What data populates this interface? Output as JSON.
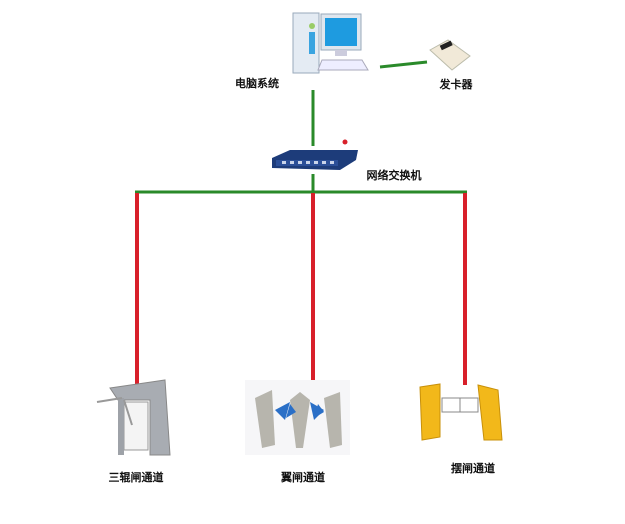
{
  "nodes": {
    "computer": {
      "label": "电脑系统"
    },
    "card_issuer": {
      "label": "发卡器"
    },
    "switch": {
      "label": "网络交换机"
    },
    "tripod_turnstile": {
      "label": "三辊闸通道"
    },
    "flap_barrier": {
      "label": "翼闸通道"
    },
    "swing_barrier": {
      "label": "摆闸通道"
    }
  },
  "colors": {
    "lan": "#2a8a2a",
    "gate_link": "#d8202a"
  }
}
